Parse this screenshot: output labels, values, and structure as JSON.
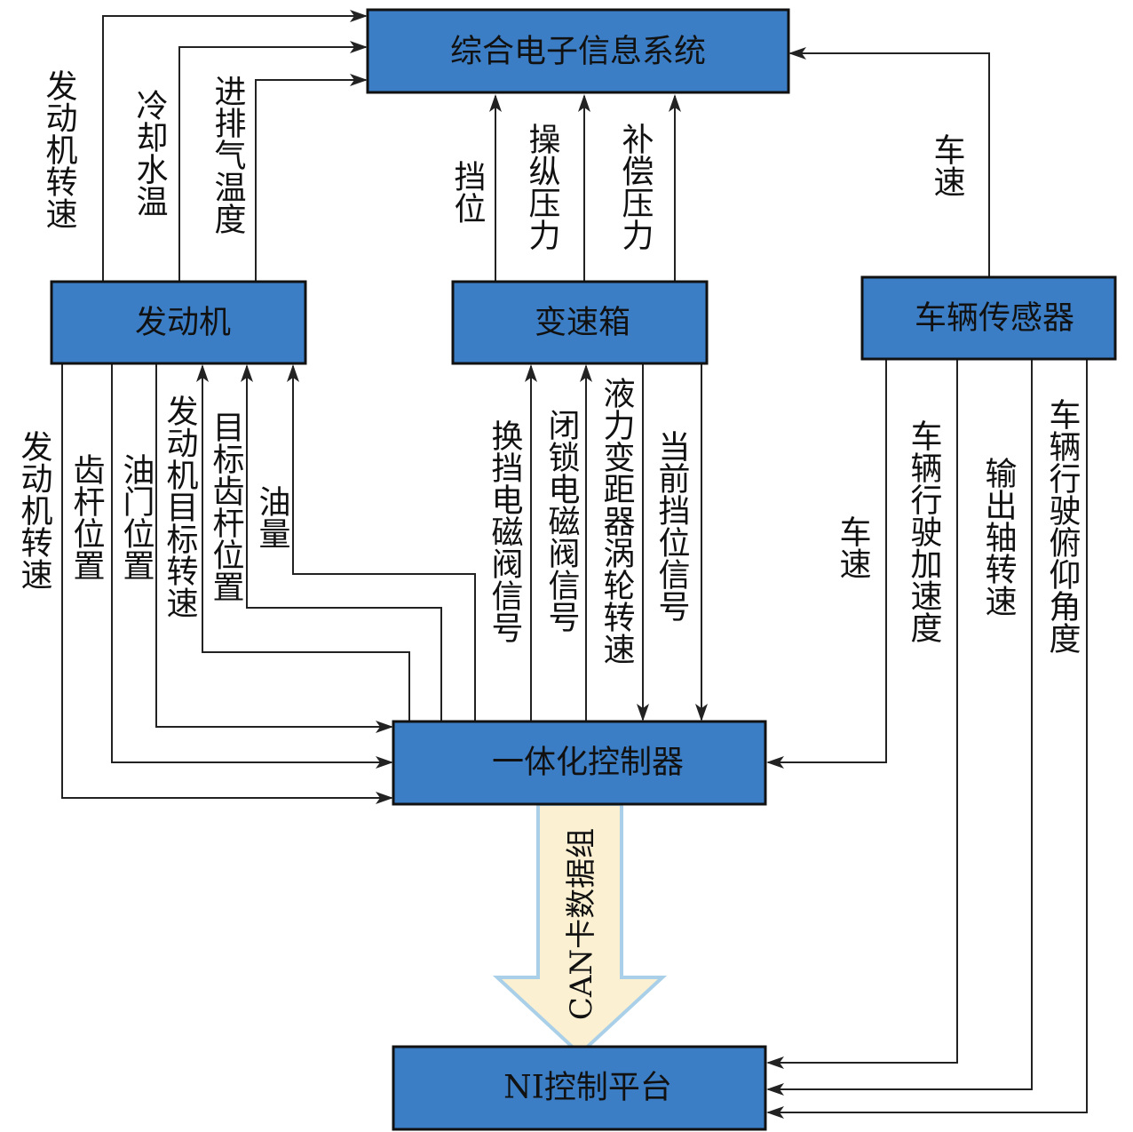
{
  "colors": {
    "box_fill": "#3b7ec6",
    "can_arrow_fill": "#fbf0d2",
    "can_arrow_border": "#a9d0e8"
  },
  "boxes": {
    "info_system": "综合电子信息系统",
    "engine": "发动机",
    "gearbox": "变速箱",
    "vehicle_sensor": "车辆传感器",
    "controller": "一体化控制器",
    "ni_platform": "NI控制平台"
  },
  "labels": {
    "engine_speed_up": "发动机转速",
    "coolant_temp": "冷却水温",
    "exhaust_temp": "进排气温度",
    "gear_up": "挡位",
    "control_pressure": "操纵压力",
    "comp_pressure": "补偿压力",
    "vehicle_speed_up": "车速",
    "engine_speed_down": "发动机转速",
    "lever_pos": "齿杆位置",
    "throttle_pos": "油门位置",
    "engine_target_speed": "发动机目标转速",
    "target_lever_pos": "目标齿杆位置",
    "fuel_amount": "油量",
    "shift_valve": "换挡电磁阀信号",
    "lockup_valve": "闭锁电磁阀信号",
    "turbine_speed": "液力变距器涡轮转速",
    "current_gear": "当前挡位信号",
    "vehicle_speed_down": "车速",
    "vehicle_accel": "车辆行驶加速度",
    "output_shaft_speed": "输出轴转速",
    "pitch_angle": "车辆行驶俯仰角度",
    "can_data": "CAN卡数据组"
  }
}
